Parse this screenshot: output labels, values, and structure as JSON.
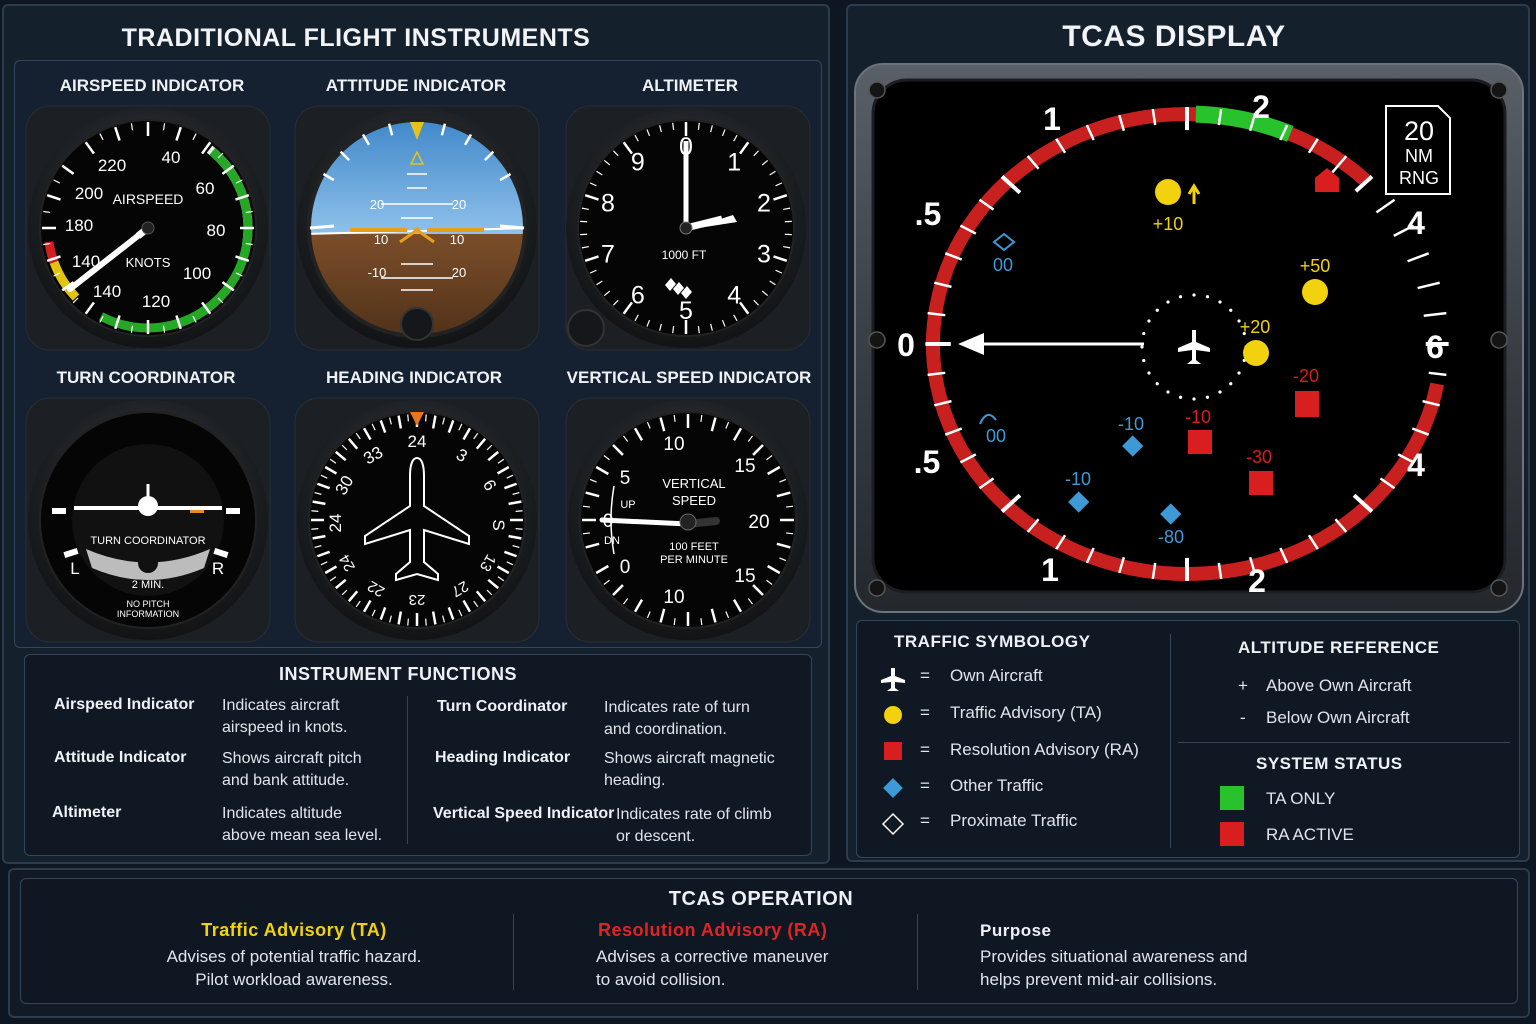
{
  "left_panel": {
    "title": "TRADITIONAL FLIGHT INSTRUMENTS",
    "gauges": {
      "airspeed": {
        "title": "AIRSPEED INDICATOR",
        "face_label": "AIRSPEED",
        "unit": "KNOTS",
        "ticks": [
          "40",
          "60",
          "80",
          "100",
          "120",
          "140",
          "140",
          "180",
          "200",
          "220"
        ]
      },
      "attitude": {
        "title": "ATTITUDE INDICATOR",
        "pitch_left": [
          "20",
          "10",
          "-10"
        ],
        "pitch_right": [
          "20",
          "10",
          "20"
        ]
      },
      "altimeter": {
        "title": "ALTIMETER",
        "unit": "1000 FT",
        "numbers": [
          "0",
          "1",
          "2",
          "3",
          "4",
          "5",
          "6",
          "7",
          "8",
          "9"
        ]
      },
      "turn": {
        "title": "TURN COORDINATOR",
        "face_label": "TURN COORDINATOR",
        "left": "L",
        "right": "R",
        "time": "2 MIN.",
        "note_1": "NO PITCH",
        "note_2": "INFORMATION"
      },
      "heading": {
        "title": "HEADING INDICATOR",
        "numbers": [
          "24",
          "3",
          "6",
          "S",
          "13",
          "27",
          "23",
          "22",
          "24",
          "24",
          "30",
          "33"
        ]
      },
      "vsi": {
        "title": "VERTICAL SPEED INDICATOR",
        "face_1": "VERTICAL",
        "face_2": "SPEED",
        "unit_1": "100 FEET",
        "unit_2": "PER MINUTE",
        "up": "UP",
        "dn": "DN",
        "numbers": [
          "10",
          "15",
          "20",
          "15",
          "10",
          "5",
          "0",
          "0"
        ]
      }
    },
    "functions": {
      "title": "INSTRUMENT FUNCTIONS",
      "items": [
        {
          "name": "Airspeed Indicator",
          "desc_1": "Indicates aircraft",
          "desc_2": "airspeed in knots."
        },
        {
          "name": "Attitude Indicator",
          "desc_1": "Shows aircraft pitch",
          "desc_2": "and bank attitude."
        },
        {
          "name": "Altimeter",
          "desc_1": "Indicates altitude",
          "desc_2": "above mean sea level."
        },
        {
          "name": "Turn Coordinator",
          "desc_1": "Indicates rate of turn",
          "desc_2": "and coordination."
        },
        {
          "name": "Heading Indicator",
          "desc_1": "Shows aircraft magnetic",
          "desc_2": "heading."
        },
        {
          "name": "Vertical Speed Indicator",
          "desc_1": "Indicates rate of climb",
          "desc_2": "or descent."
        }
      ]
    }
  },
  "tcas": {
    "title": "TCAS DISPLAY",
    "range": {
      "value": "20",
      "unit_1": "NM",
      "unit_2": "RNG"
    },
    "scale_labels": {
      "top_left": "1",
      "top_right": "2",
      "right_upper": "4",
      "right": "6",
      "right_lower": "4",
      "bottom_right": "2",
      "bottom_left": "1",
      "left_lower": ".5",
      "left": "0",
      "left_upper": ".5"
    },
    "targets": [
      {
        "kind": "ta",
        "label": "+10"
      },
      {
        "kind": "ta",
        "label": "+50"
      },
      {
        "kind": "ta",
        "label": "+20"
      },
      {
        "kind": "ra",
        "label": "-20"
      },
      {
        "kind": "ra",
        "label": "-10"
      },
      {
        "kind": "ra",
        "label": "-30"
      },
      {
        "kind": "other",
        "label": "-10"
      },
      {
        "kind": "other",
        "label": "-10"
      },
      {
        "kind": "other",
        "label": "-80"
      },
      {
        "kind": "proximate",
        "label": "00"
      },
      {
        "kind": "proximate",
        "label": "00"
      }
    ],
    "colors": {
      "ta": "#f2d20f",
      "ra": "#d81e1e",
      "other": "#3e9ad6",
      "green": "#27c22c",
      "arc_red": "#c81f1f"
    }
  },
  "symbology": {
    "title": "TRAFFIC SYMBOLOGY",
    "eq": "=",
    "items": [
      {
        "icon": "own-aircraft-icon",
        "label": "Own Aircraft"
      },
      {
        "icon": "yellow-circle-icon",
        "label": "Traffic Advisory (TA)"
      },
      {
        "icon": "red-square-icon",
        "label": "Resolution Advisory (RA)"
      },
      {
        "icon": "blue-diamond-icon",
        "label": "Other Traffic"
      },
      {
        "icon": "hollow-diamond-icon",
        "label": "Proximate Traffic"
      }
    ]
  },
  "altitude_reference": {
    "title": "ALTITUDE REFERENCE",
    "above_sign": "+",
    "above": "Above Own Aircraft",
    "below_sign": "-",
    "below": "Below Own Aircraft"
  },
  "system_status": {
    "title": "SYSTEM STATUS",
    "ta_only": "TA ONLY",
    "ra_active": "RA ACTIVE"
  },
  "operation": {
    "title": "TCAS OPERATION",
    "ta_title": "Traffic Advisory (TA)",
    "ta_1": "Advises of potential traffic hazard.",
    "ta_2": "Pilot workload awareness.",
    "ra_title": "Resolution Advisory (RA)",
    "ra_1": "Advises a corrective maneuver",
    "ra_2": "to avoid collision.",
    "purpose_title": "Purpose",
    "purpose_1": "Provides situational awareness and",
    "purpose_2": "helps prevent mid-air collisions."
  }
}
